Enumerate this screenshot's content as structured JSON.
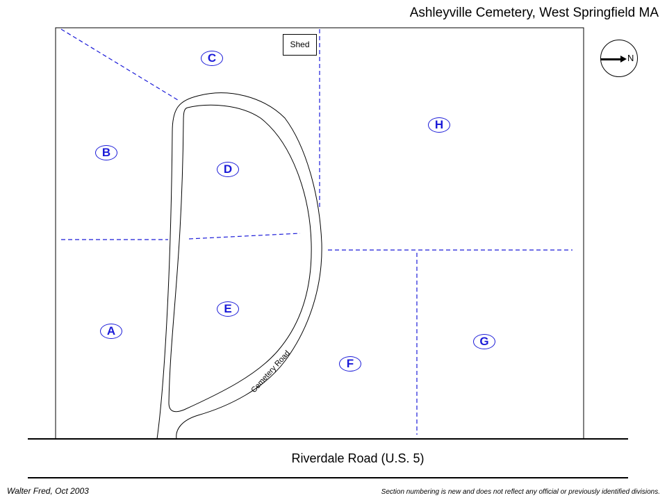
{
  "title": "Ashleyville Cemetery, West Springfield MA",
  "main_road": "Riverdale Road (U.S. 5)",
  "internal_road": "Cemetery Road",
  "shed_label": "Shed",
  "compass_label": "N",
  "sections": [
    "A",
    "B",
    "C",
    "D",
    "E",
    "F",
    "G",
    "H"
  ],
  "author": "Walter Fred, Oct 2003",
  "note": "Section numbering is new and does not reflect any official or previously identified divisions.",
  "colors": {
    "section": "#1a1ad8",
    "line": "#000000"
  }
}
